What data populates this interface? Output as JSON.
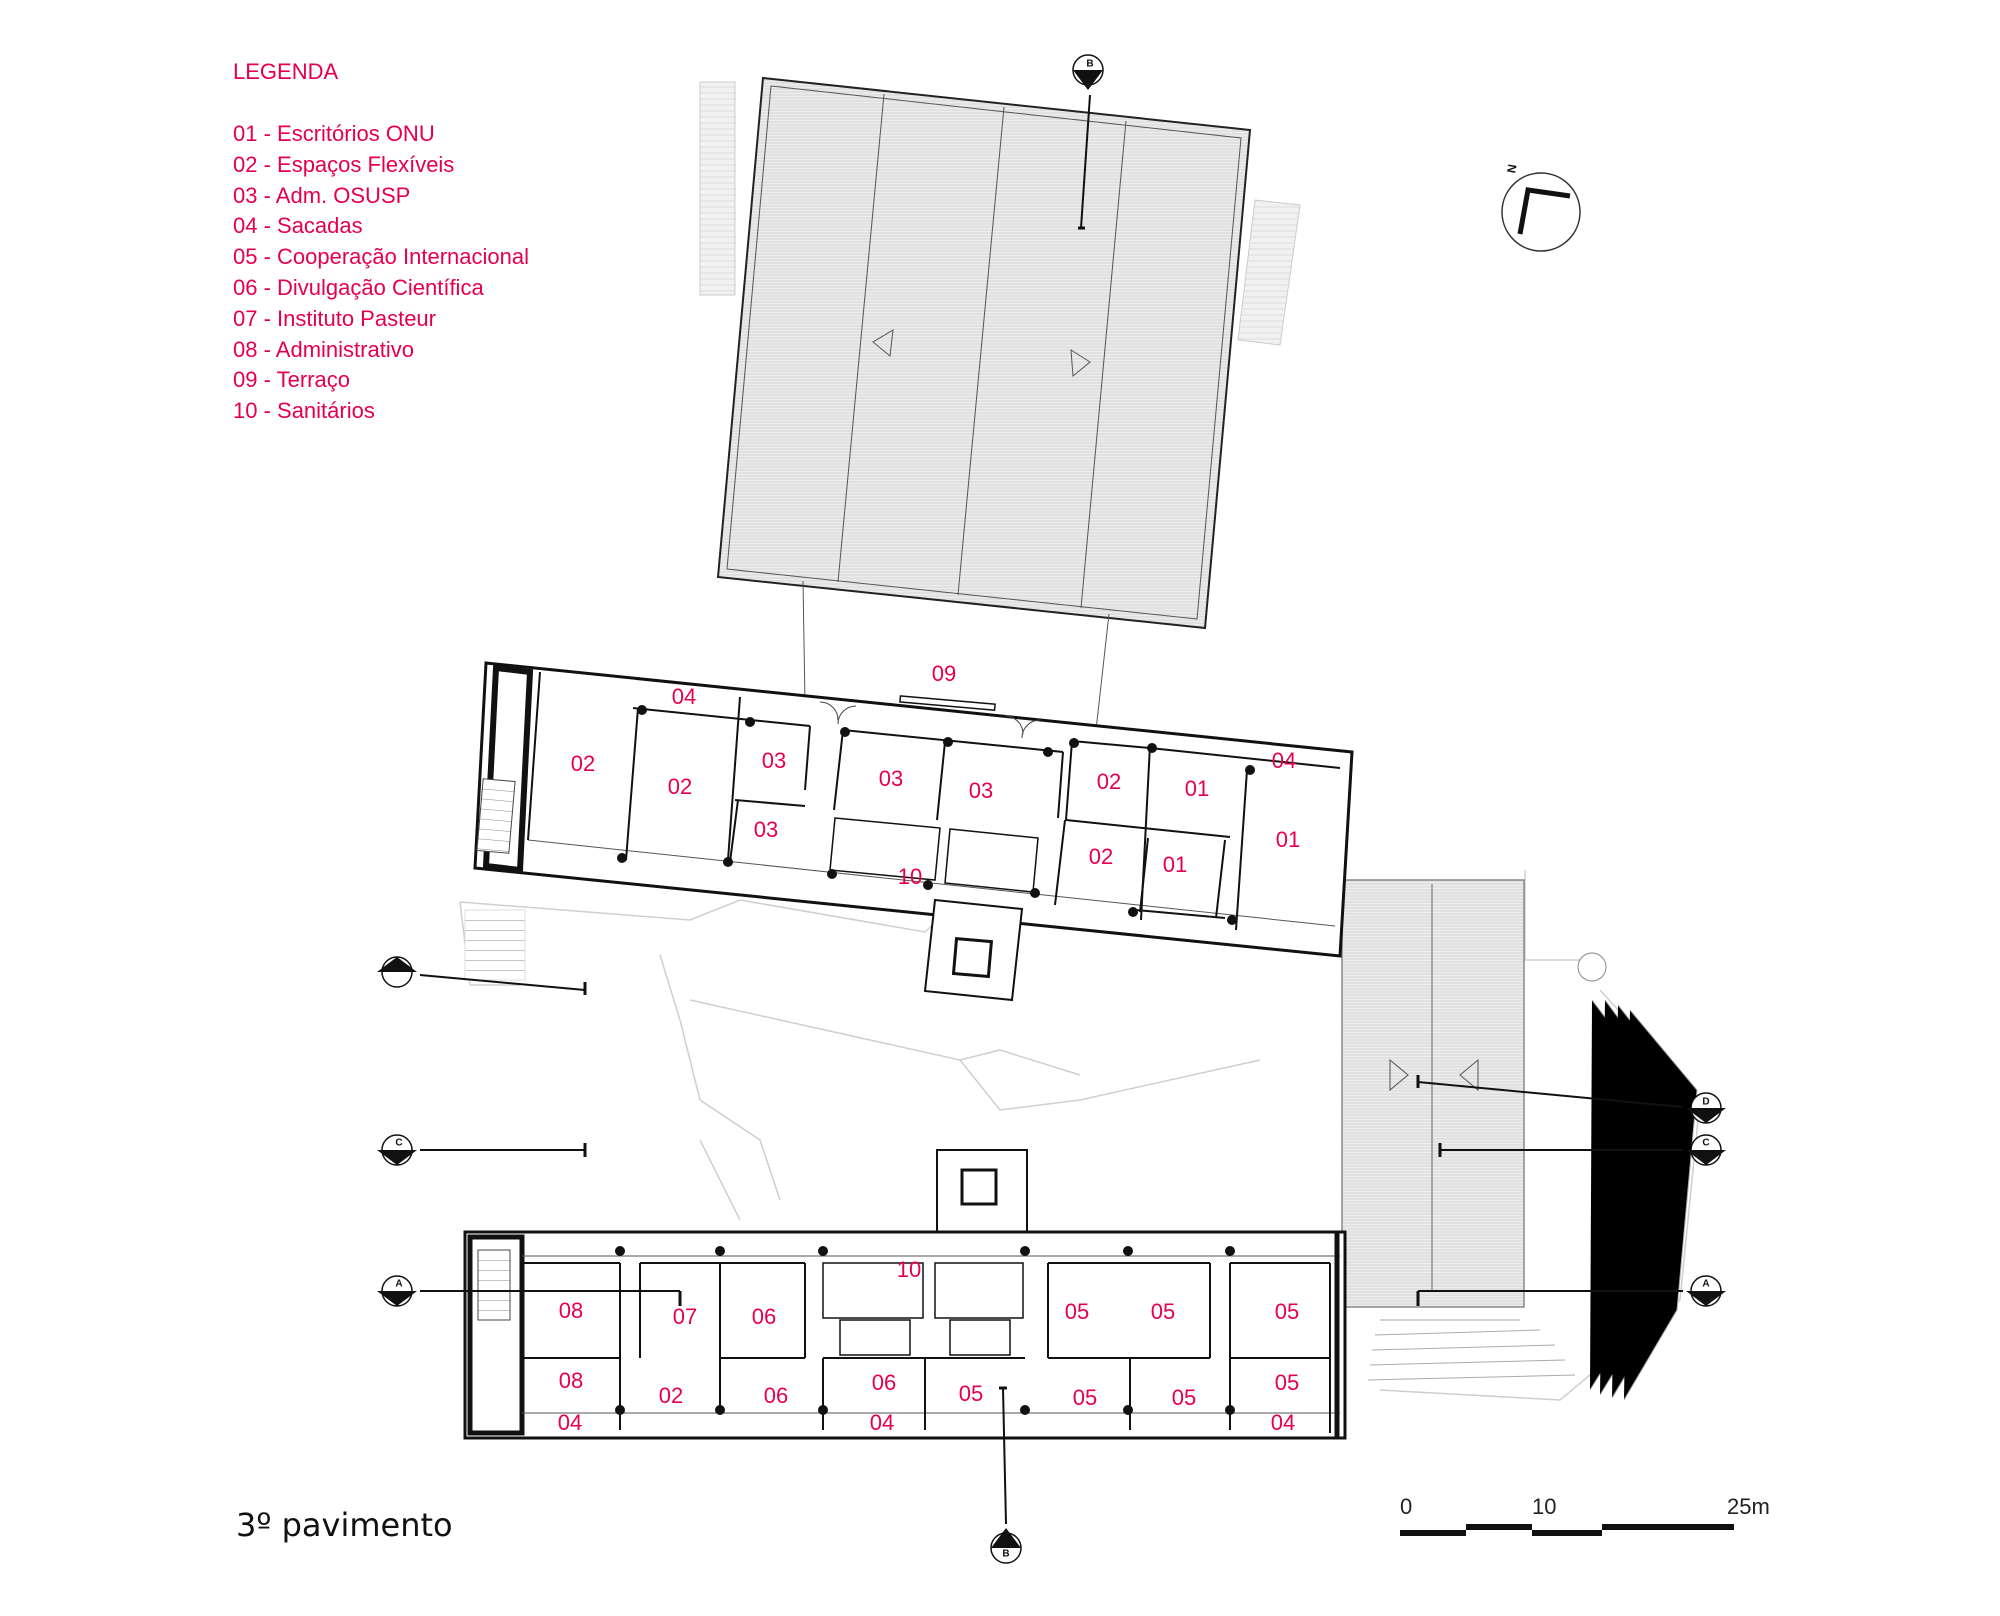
{
  "legend": {
    "title": "LEGENDA",
    "items": [
      "01 - Escritórios ONU",
      "02 - Espaços Flexíveis",
      "03 - Adm. OSUSP",
      "04 - Sacadas",
      "05 - Cooperação Internacional",
      "06 - Divulgação Científica",
      "07 - Instituto Pasteur",
      "08 - Administrativo",
      "09 - Terraço",
      "10 - Sanitários"
    ]
  },
  "floor_title": "3º pavimento",
  "north_label": "N",
  "scale_bar": {
    "labels": [
      "0",
      "10",
      "25m"
    ]
  },
  "section_markers": {
    "a": "A",
    "b": "B",
    "c": "C",
    "d": "D"
  },
  "upper_wing": {
    "terrace": "09",
    "balcony_left": "04",
    "balcony_right": "04",
    "room_02_a": "02",
    "room_02_b": "02",
    "room_03_a": "03",
    "room_03_b": "03",
    "room_03_c": "03",
    "room_03_d": "03",
    "room_02_c": "02",
    "room_02_d": "02",
    "room_01_a": "01",
    "room_01_b": "01",
    "room_01_c": "01",
    "restroom": "10"
  },
  "lower_wing": {
    "restroom": "10",
    "room_08_a": "08",
    "room_07": "07",
    "room_06_a": "06",
    "room_05_a": "05",
    "room_05_b": "05",
    "room_05_c": "05",
    "room_08_b": "08",
    "room_02": "02",
    "room_06_b": "06",
    "room_06_c": "06",
    "room_05_d": "05",
    "room_05_e": "05",
    "room_05_f": "05",
    "room_05_g": "05",
    "balcony_a": "04",
    "balcony_b": "04",
    "balcony_c": "04"
  }
}
